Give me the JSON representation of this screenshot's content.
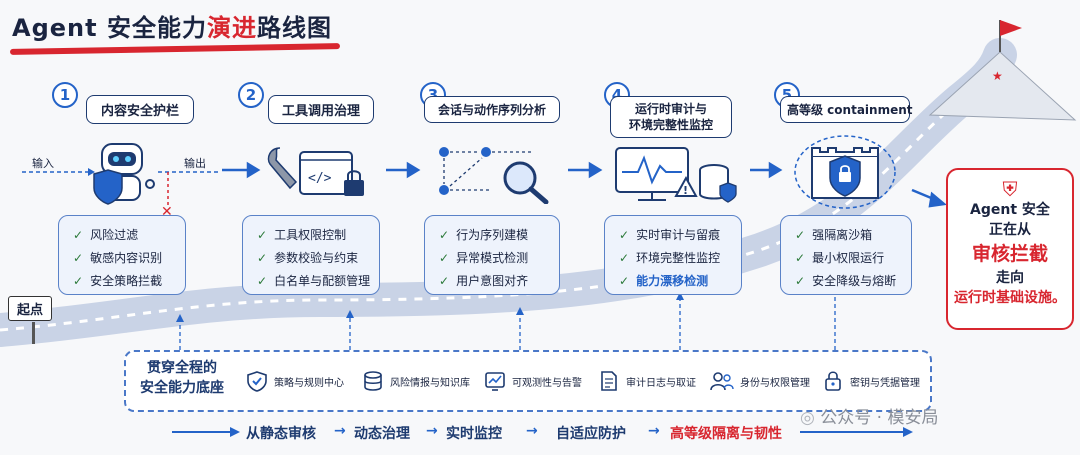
{
  "title": {
    "prefix": "Agent 安全能力",
    "highlight": "演进",
    "suffix": "路线图"
  },
  "steps": [
    {
      "num": "1",
      "title": "内容安全护栏",
      "items": [
        "风险过滤",
        "敏感内容识别",
        "安全策略拦截"
      ],
      "highlight_index": -1
    },
    {
      "num": "2",
      "title": "工具调用治理",
      "items": [
        "工具权限控制",
        "参数校验与约束",
        "白名单与配额管理"
      ],
      "highlight_index": -1
    },
    {
      "num": "3",
      "title": "会话与动作序列分析",
      "items": [
        "行为序列建模",
        "异常模式检测",
        "用户意图对齐"
      ],
      "highlight_index": -1
    },
    {
      "num": "4",
      "title_line1": "运行时审计与",
      "title_line2": "环境完整性监控",
      "items": [
        "实时审计与留痕",
        "环境完整性监控",
        "能力漂移检测"
      ],
      "highlight_index": 2
    },
    {
      "num": "5",
      "title": "高等级 containment",
      "items": [
        "强隔离沙箱",
        "最小权限运行",
        "安全降级与熔断"
      ],
      "highlight_index": -1
    }
  ],
  "flow": {
    "input": "输入",
    "output": "输出"
  },
  "start_label": "起点",
  "goal": {
    "line1": "Agent 安全",
    "line2": "正在从",
    "line3": "审核拦截",
    "line4": "走向",
    "line5": "运行时基础设施。"
  },
  "foundation": {
    "title_line1": "贯穿全程的",
    "title_line2": "安全能力底座",
    "items": [
      {
        "icon": "shield-check-icon",
        "label": "策略与规则中心"
      },
      {
        "icon": "database-icon",
        "label": "风险情报与知识库"
      },
      {
        "icon": "monitor-chart-icon",
        "label": "可观测性与告警"
      },
      {
        "icon": "document-icon",
        "label": "审计日志与取证"
      },
      {
        "icon": "users-icon",
        "label": "身份与权限管理"
      },
      {
        "icon": "lock-icon",
        "label": "密钥与凭据管理"
      }
    ]
  },
  "timeline": [
    "从静态审核",
    "动态治理",
    "实时监控",
    "自适应防护",
    "高等级隔离与韧性"
  ],
  "watermark": {
    "label": "公众号 · 模安局"
  },
  "colors": {
    "accent": "#2463c8",
    "red": "#d8262f",
    "navy": "#1e3b70"
  }
}
